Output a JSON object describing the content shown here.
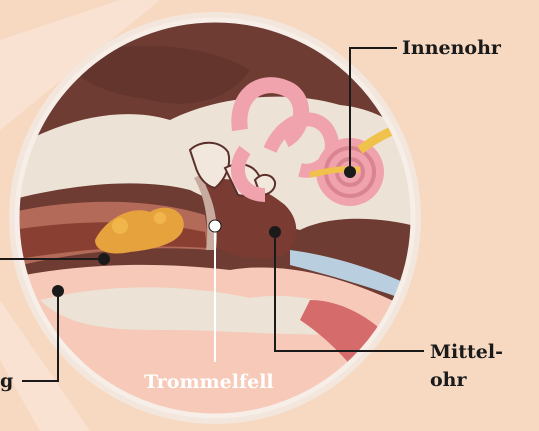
{
  "labels": {
    "inner_ear": "Innenohr",
    "middle_ear_line1": "Mittel-",
    "middle_ear_line2": "ohr",
    "eardrum": "Trommelfell",
    "ear_canal_fragment": "g"
  },
  "colors": {
    "background": "#f7d9c2",
    "circle_ring": "#f3e6dc",
    "dark_tissue": "#6e3c33",
    "bone": "#ece3d6",
    "cochlea_pink": "#f0a2ad",
    "skin": "#f6c9b9",
    "earwax": "#e6a23c",
    "leader_line": "#1a1a1a"
  }
}
